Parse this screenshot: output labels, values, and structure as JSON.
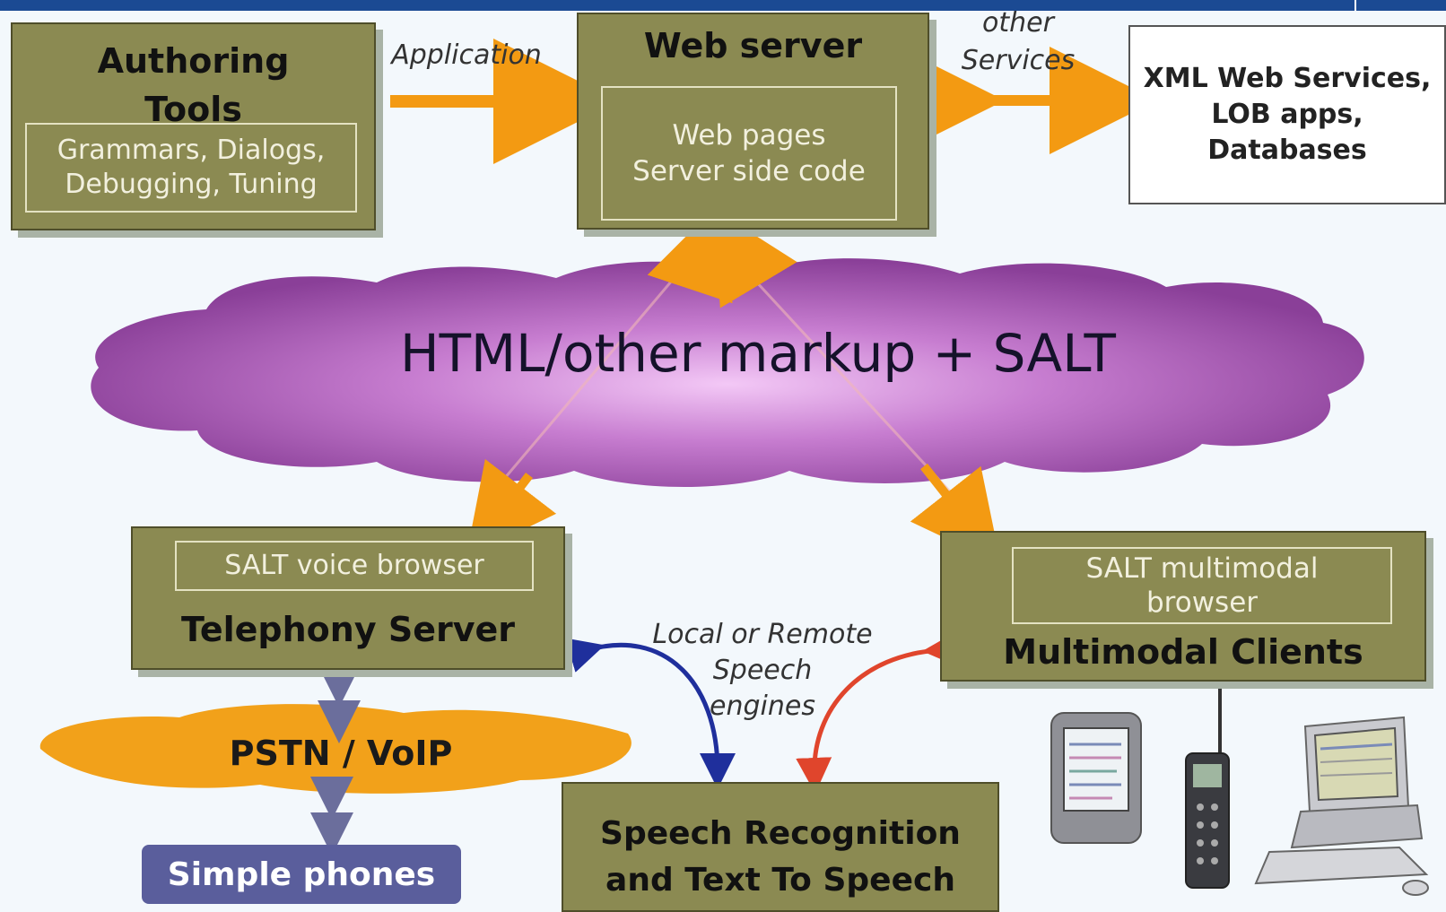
{
  "authoring": {
    "title": "Authoring\nTools",
    "inner": "Grammars, Dialogs,\nDebugging, Tuning"
  },
  "web_server": {
    "title": "Web server",
    "inner": "Web pages\nServer side code"
  },
  "services": {
    "text": "XML Web Services,\nLOB apps,\nDatabases"
  },
  "labels": {
    "application": "Application",
    "other_services": "other\nServices",
    "speech_engines": "Local or Remote\nSpeech\nengines"
  },
  "cloud": {
    "text": "HTML/other markup + SALT"
  },
  "telephony": {
    "inner": "SALT voice browser",
    "title": "Telephony Server"
  },
  "multimodal": {
    "inner": "SALT multimodal\nbrowser",
    "title": "Multimodal Clients"
  },
  "pstn": {
    "text": "PSTN / VoIP"
  },
  "phones": {
    "text": "Simple phones"
  },
  "speech": {
    "title": "Speech Recognition\nand Text To Speech"
  },
  "colors": {
    "box": "#8b8a52",
    "arrow": "#f39a12",
    "cloud": "#b45bc0",
    "pstn": "#f2a11a",
    "phones": "#5a5e9c",
    "blue_arrow": "#1f2f9c",
    "red_arrow": "#e0452c"
  },
  "icons": [
    "pda-icon",
    "cell-phone-icon",
    "desktop-computer-icon"
  ]
}
